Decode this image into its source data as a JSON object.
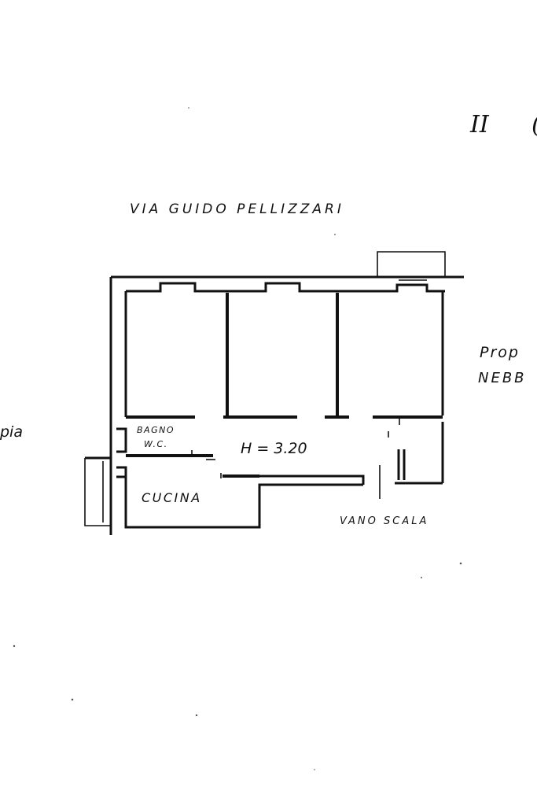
{
  "sheet": {
    "page_number": "II"
  },
  "labels": {
    "street": "VIA GUIDO PELLIZZARI",
    "neighbor_owner_line1": "Prop",
    "neighbor_owner_line2": "NEBB",
    "left_edge": "pia",
    "bathroom_line1": "BAGNO",
    "bathroom_line2": "W.C.",
    "ceiling_height": "H = 3.20",
    "kitchen": "CUCINA",
    "stairwell": "VANO SCALA"
  },
  "colors": {
    "ink": "#111111",
    "paper": "#ffffff"
  }
}
